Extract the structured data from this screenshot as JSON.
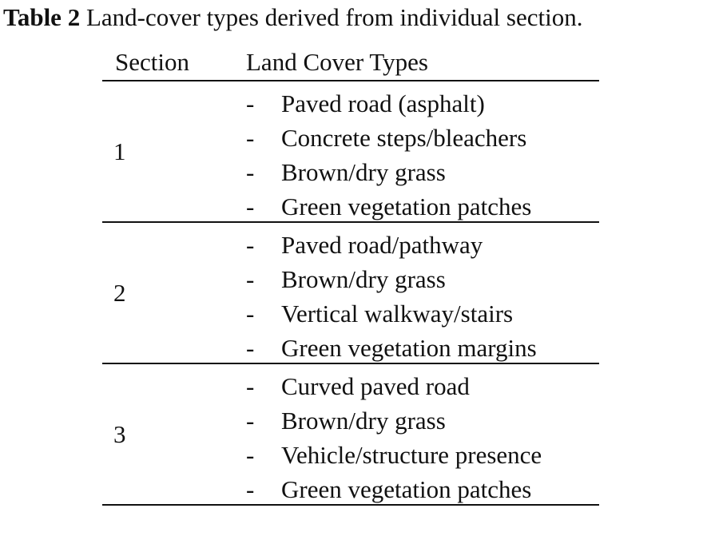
{
  "caption": {
    "label": "Table 2",
    "text": " Land-cover types derived from individual section."
  },
  "table": {
    "headers": {
      "section": "Section",
      "types": "Land Cover Types"
    },
    "bullet": "-",
    "rows": [
      {
        "section": "1",
        "types": [
          "Paved road (asphalt)",
          "Concrete steps/bleachers",
          "Brown/dry grass",
          "Green vegetation patches"
        ]
      },
      {
        "section": "2",
        "types": [
          "Paved road/pathway",
          "Brown/dry grass",
          "Vertical walkway/stairs",
          "Green vegetation margins"
        ]
      },
      {
        "section": "3",
        "types": [
          "Curved paved road",
          "Brown/dry grass",
          "Vehicle/structure presence",
          "Green vegetation patches"
        ]
      }
    ]
  }
}
